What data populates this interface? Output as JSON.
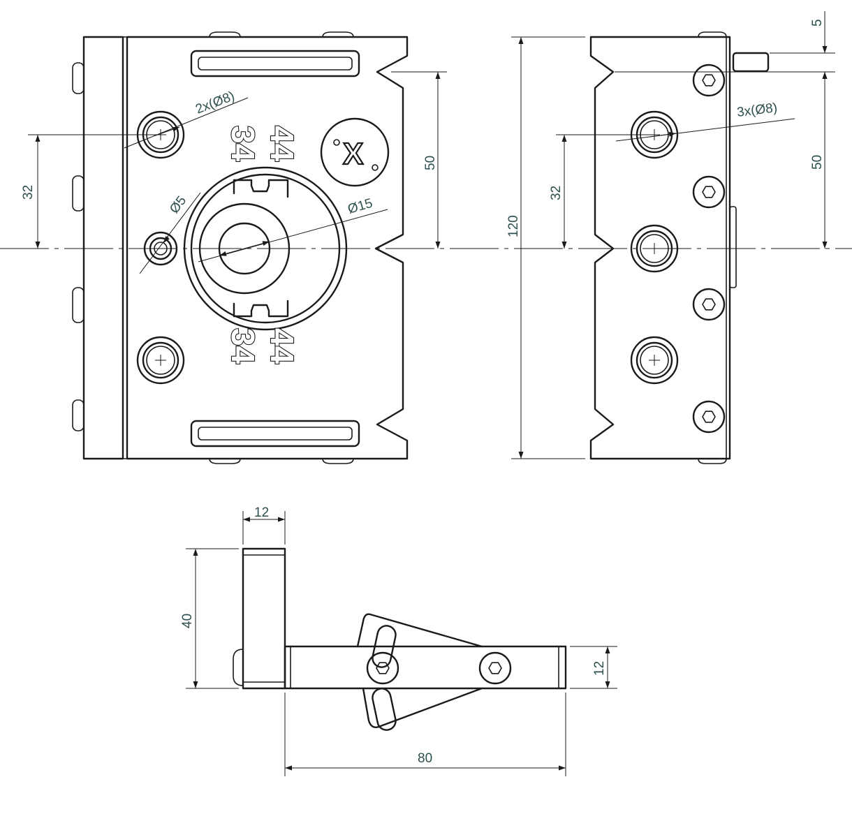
{
  "dimensions": {
    "front_2x_d8": "2x(Ø8)",
    "front_d5": "Ø5",
    "front_d15": "Ø15",
    "front_32": "32",
    "front_50": "50",
    "side_120": "120",
    "side_32": "32",
    "side_50": "50",
    "side_5": "5",
    "side_3x_d8": "3x(Ø8)",
    "bottom_12_top": "12",
    "bottom_40": "40",
    "bottom_12_right": "12",
    "bottom_80": "80"
  },
  "markings": {
    "upper_44": "44",
    "upper_34": "34",
    "lower_44": "44",
    "lower_34": "34",
    "badge": "X"
  }
}
